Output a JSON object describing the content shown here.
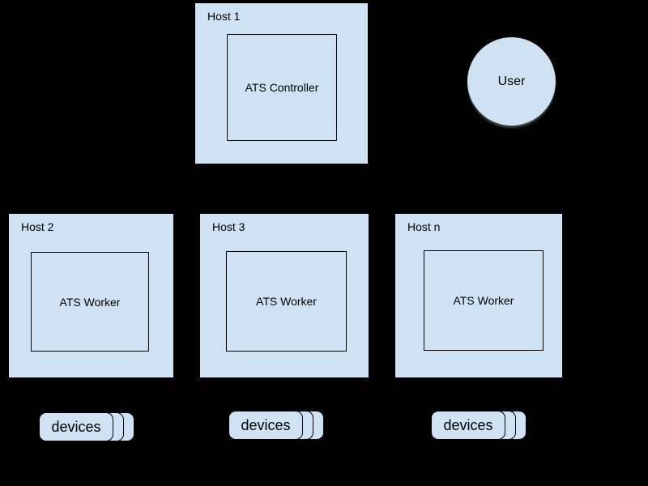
{
  "diagram": {
    "background_color": "#000000",
    "node_fill_color": "#cfe2f3",
    "node_border_color": "#000000",
    "hosts": [
      {
        "label": "Host 1",
        "component": "ATS Controller"
      },
      {
        "label": "Host 2",
        "component": "ATS Worker"
      },
      {
        "label": "Host 3",
        "component": "ATS Worker"
      },
      {
        "label": "Host n",
        "component": "ATS Worker"
      }
    ],
    "user": {
      "label": "User"
    },
    "device_stacks": [
      {
        "label": "devices"
      },
      {
        "label": "devices"
      },
      {
        "label": "devices"
      }
    ]
  }
}
